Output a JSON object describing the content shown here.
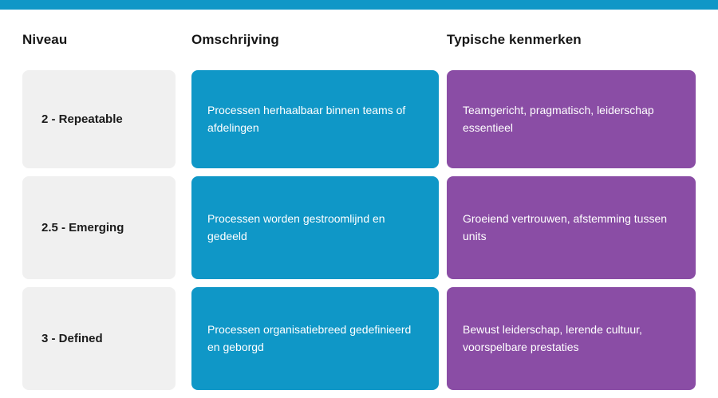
{
  "accent": {
    "bar_color": "#0f97c7"
  },
  "colors": {
    "accent_blue": "#0f97c7",
    "accent_purple": "#8a4da5",
    "level_gray": "#f0f0f0",
    "header_text": "#161616"
  },
  "table": {
    "headers": {
      "level": "Niveau",
      "description": "Omschrijving",
      "traits": "Typische kenmerken"
    },
    "rows": [
      {
        "level": "2 - Repeatable",
        "description": "Processen herhaalbaar binnen teams of afdelingen",
        "traits": "Teamgericht, pragmatisch, leiderschap essentieel"
      },
      {
        "level": "2.5 - Emerging",
        "description": "Processen worden gestroomlijnd en gedeeld",
        "traits": "Groeiend vertrouwen, afstemming tussen units"
      },
      {
        "level": "3 - Defined",
        "description": "Processen organisatiebreed gedefinieerd en geborgd",
        "traits": "Bewust leiderschap, lerende cultuur, voorspelbare prestaties"
      }
    ]
  }
}
